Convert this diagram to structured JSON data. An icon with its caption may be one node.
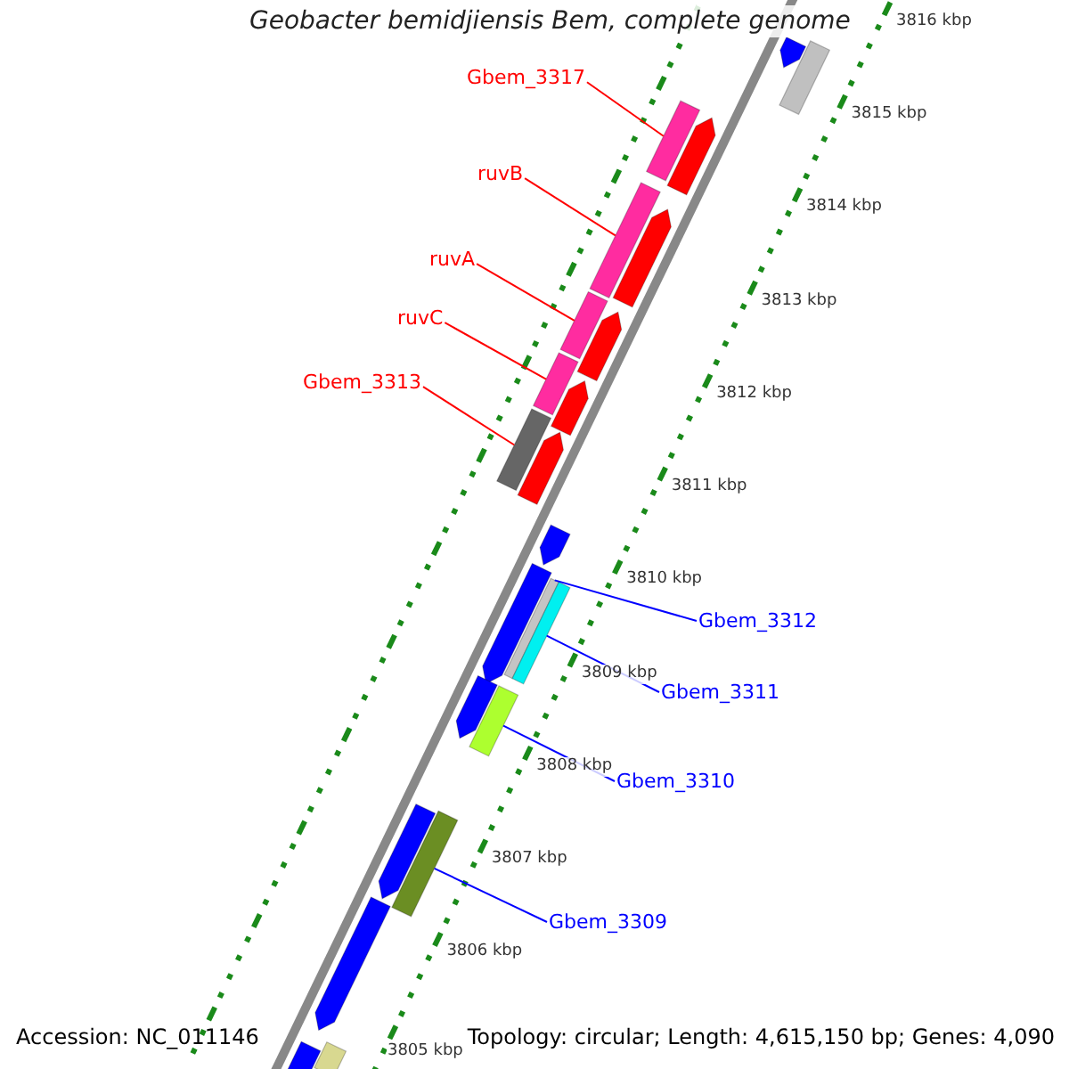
{
  "diagram": {
    "title": "Geobacter bemidjiensis Bem, complete genome",
    "nodes": [
      {
        "text": [
          "Gbem_3317"
        ]
      },
      {
        "text": [
          "ruvB"
        ]
      },
      {
        "text": [
          "ruvA"
        ]
      },
      {
        "text": [
          "ruvC"
        ]
      },
      {
        "text": [
          "Gbem_3313"
        ]
      },
      {
        "text": [
          "Gbem_3312"
        ]
      },
      {
        "text": [
          "Gbem_3311"
        ]
      },
      {
        "text": [
          "Gbem_3310"
        ]
      },
      {
        "text": [
          "Gbem_3309"
        ]
      },
      {
        "text": [],
        "shape": "box"
      },
      {
        "text": [],
        "shape": "box"
      },
      {
        "text": [],
        "shape": "box"
      },
      {
        "text": [],
        "shape": "box"
      },
      {
        "text": [],
        "shape": "box"
      },
      {
        "text": [],
        "shape": "box"
      },
      {
        "text": [],
        "shape": "box"
      },
      {
        "text": [],
        "shape": "box"
      },
      {
        "text": [],
        "shape": "box"
      },
      {
        "text": [],
        "shape": "box"
      },
      {
        "text": [],
        "shape": "arrow"
      },
      {
        "text": [],
        "shape": "arrow"
      },
      {
        "text": [],
        "shape": "arrow"
      },
      {
        "text": [],
        "shape": "arrow"
      },
      {
        "text": [],
        "shape": "arrow"
      },
      {
        "text": [],
        "shape": "arrow"
      },
      {
        "text": [],
        "shape": "arrow"
      },
      {
        "text": [],
        "shape": "arrow"
      },
      {
        "text": [],
        "shape": "arrow"
      },
      {
        "text": [],
        "shape": "arrow"
      },
      {
        "text": [],
        "shape": "arrow"
      },
      {
        "text": [],
        "shape": "arrow"
      },
      {
        "text": [],
        "shape": "box"
      }
    ],
    "edges": [
      {
        "from": 0,
        "to": 9,
        "arrow": "none"
      },
      {
        "from": 1,
        "to": 10,
        "arrow": "none"
      },
      {
        "from": 2,
        "to": 11,
        "arrow": "none"
      },
      {
        "from": 3,
        "to": 12,
        "arrow": "none"
      },
      {
        "from": 4,
        "to": 13,
        "arrow": "none"
      },
      {
        "from": 5,
        "to": 14,
        "arrow": "none",
        "color": "#0000ff"
      },
      {
        "from": 6,
        "to": 15,
        "arrow": "none",
        "color": "#0000ff"
      },
      {
        "from": 7,
        "to": 16,
        "arrow": "none",
        "color": "#0000ff"
      },
      {
        "from": 8,
        "to": 17,
        "arrow": "none",
        "color": "#0000ff"
      }
    ],
    "labels": [
      "3816 kbp",
      "3815 kbp",
      "3814 kbp",
      "3813 kbp",
      "3812 kbp",
      "3811 kbp",
      "3810 kbp",
      "3809 kbp",
      "3808 kbp",
      "3807 kbp",
      "3806 kbp",
      "3805 kbp",
      "Accession: NC_011146",
      "Topology: circular; Length: 4,615,150 bp; Genes: 4,090"
    ]
  }
}
